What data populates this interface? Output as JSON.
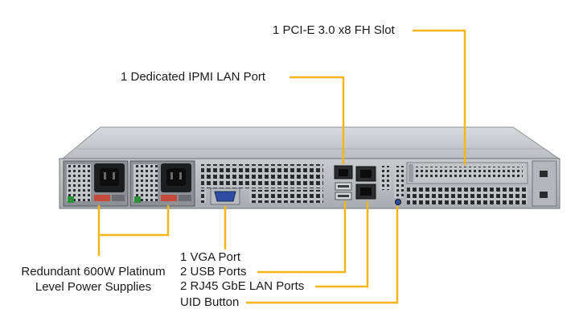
{
  "callouts": {
    "pcie": "1 PCI-E 3.0 x8 FH Slot",
    "ipmi": "1 Dedicated IPMI LAN Port",
    "psu_line1": "Redundant 600W Platinum",
    "psu_line2": "Level Power Supplies",
    "vga": "1 VGA Port",
    "usb": "2  USB Ports",
    "rj45": "2 RJ45 GbE LAN Ports",
    "uid": "UID Button"
  },
  "colors": {
    "leader": "#f2b51a",
    "chassis": "#9aa0a6",
    "chassis_dark": "#3a3d40",
    "port_blue": "#2c4fa3"
  }
}
